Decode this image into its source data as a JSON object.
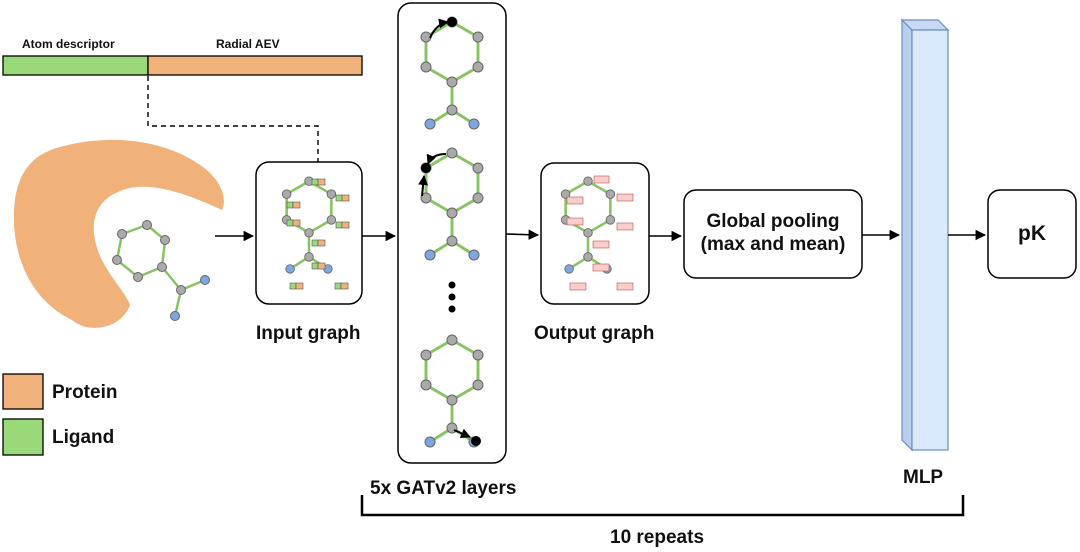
{
  "header_bar": {
    "atom_descriptor": "Atom descriptor",
    "radial_aev": "Radial AEV"
  },
  "labels": {
    "input_graph": "Input graph",
    "gat_layers": "5x GATv2 layers",
    "output_graph": "Output graph",
    "global_pooling_line1": "Global pooling",
    "global_pooling_line2": "(max and mean)",
    "mlp": "MLP",
    "pk": "pK",
    "repeats": "10 repeats"
  },
  "legend": {
    "protein": "Protein",
    "ligand": "Ligand"
  },
  "colors": {
    "protein": "#f0b27a",
    "ligand": "#99d97a",
    "atom_grey": "#aaaaaa",
    "atom_blue": "#7ea6e0",
    "bond_green": "#88c464",
    "mlp_fill": "#dae8fc",
    "mlp_stroke": "#6c8ebf",
    "output_feature": "#f8cecc"
  }
}
